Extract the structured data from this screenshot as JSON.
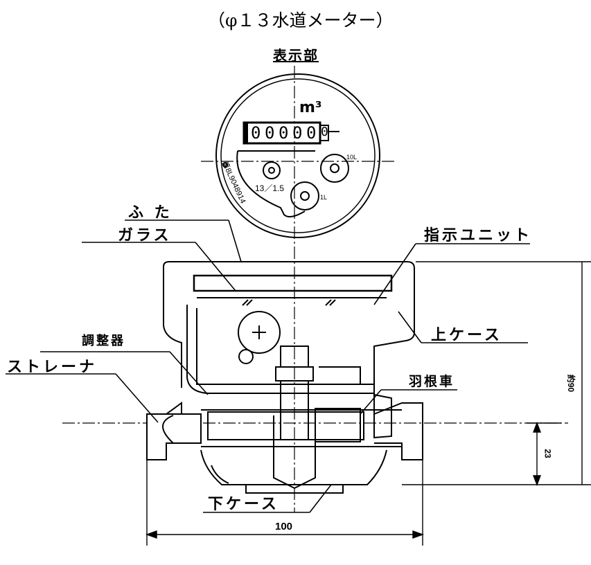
{
  "caption": "（φ１３水道メーター）",
  "display_section_label": "表示部",
  "dial": {
    "unit": "m³",
    "counter_digits": [
      "0",
      "0",
      "0",
      "0",
      "0"
    ],
    "extra_digit": "0",
    "rating": "13／1.5",
    "serial": "第8L9048914",
    "small_dial_1": "10L",
    "small_dial_2": "1L"
  },
  "parts": {
    "futa": "ふ た",
    "glass": "ガラス",
    "indicator_unit": "指示ユニット",
    "upper_case": "上ケース",
    "regulator": "調整器",
    "strainer": "ストレーナ",
    "impeller": "羽根車",
    "lower_case": "下ケース"
  },
  "dimensions": {
    "length": "100",
    "height_total": "約90",
    "height_center": "23"
  }
}
